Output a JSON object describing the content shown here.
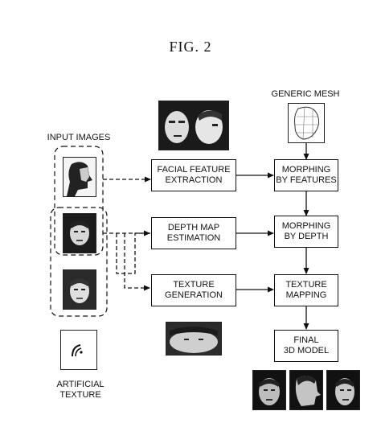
{
  "figure": {
    "title": "FIG. 2"
  },
  "labels": {
    "input_images": "INPUT IMAGES",
    "generic_mesh": "GENERIC MESH",
    "artificial_texture": "ARTIFICIAL\nTEXTURE"
  },
  "boxes": {
    "facial_feature_extraction": "FACIAL FEATURE\nEXTRACTION",
    "depth_map_estimation": "DEPTH MAP\nESTIMATION",
    "texture_generation": "TEXTURE\nGENERATION",
    "morphing_by_features": "MORPHING\nBY FEATURES",
    "morphing_by_depth": "MORPHING\nBY DEPTH",
    "texture_mapping": "TEXTURE\nMAPPING",
    "final_3d_model": "FINAL\n3D MODEL"
  }
}
